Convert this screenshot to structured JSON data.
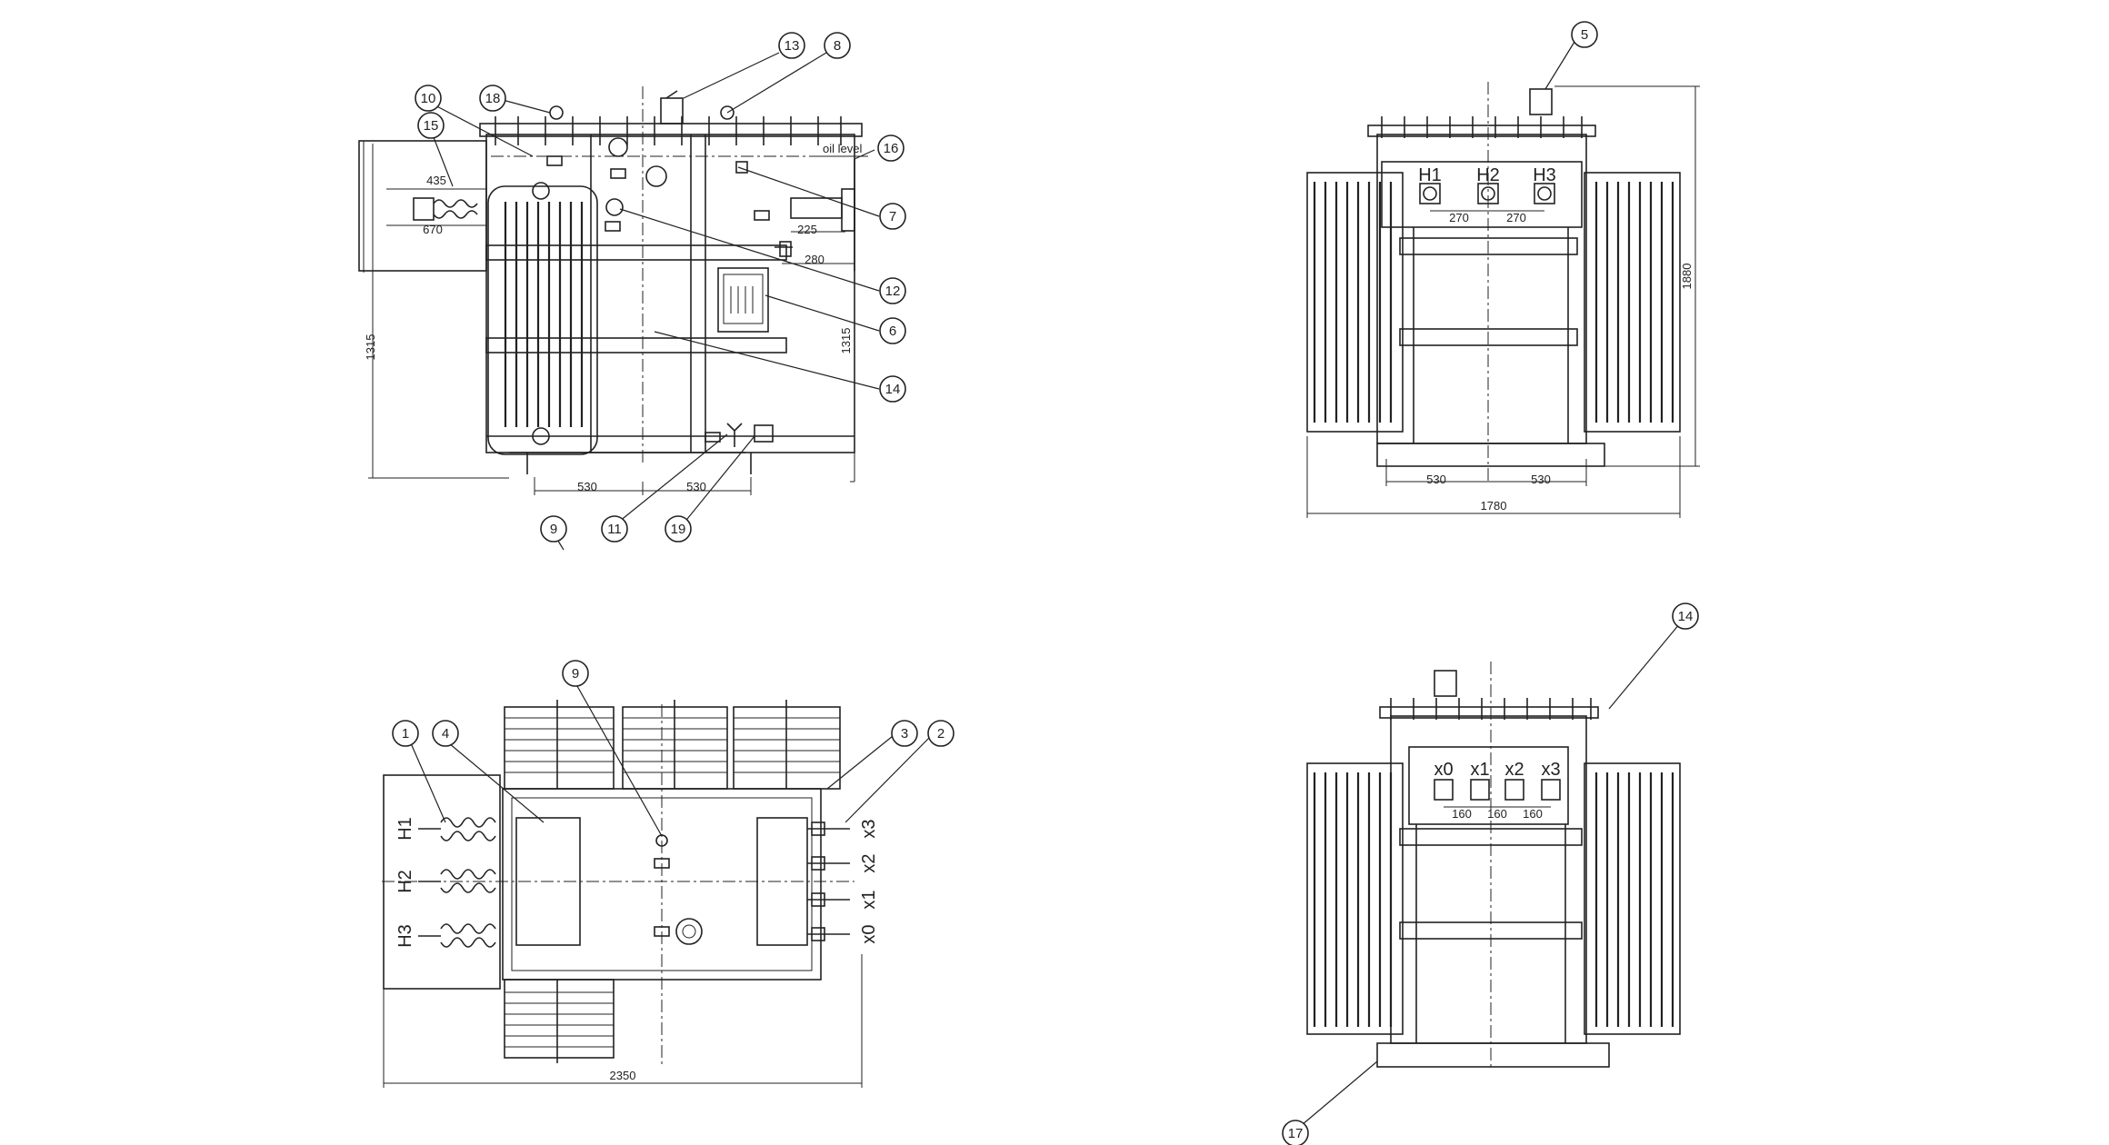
{
  "front_view": {
    "callouts": [
      "13",
      "8",
      "10",
      "18",
      "15",
      "16",
      "7",
      "12",
      "6",
      "14",
      "9",
      "11",
      "19"
    ],
    "dims": {
      "d435": "435",
      "d670": "670",
      "d225": "225",
      "d280": "280",
      "d1315_left": "1315",
      "d1315_right": "1315",
      "d530_left": "530",
      "d530_right": "530"
    },
    "oil_level": "oil level"
  },
  "side_view_hv": {
    "callouts": [
      "5"
    ],
    "bushings": [
      "H1",
      "H2",
      "H3"
    ],
    "dims": {
      "d270_a": "270",
      "d270_b": "270",
      "d1880": "1880",
      "d530_a": "530",
      "d530_b": "530",
      "d1780": "1780"
    }
  },
  "top_view": {
    "callouts": [
      "1",
      "4",
      "9",
      "3",
      "2"
    ],
    "hv_labels": [
      "H1",
      "H2",
      "H3"
    ],
    "lv_labels": [
      "x3",
      "x2",
      "x1",
      "x0"
    ],
    "dims": {
      "d2350": "2350"
    }
  },
  "side_view_lv": {
    "callouts": [
      "14",
      "17"
    ],
    "bushings": [
      "x0",
      "x1",
      "x2",
      "x3"
    ],
    "dims": {
      "d160_a": "160",
      "d160_b": "160",
      "d160_c": "160"
    }
  }
}
